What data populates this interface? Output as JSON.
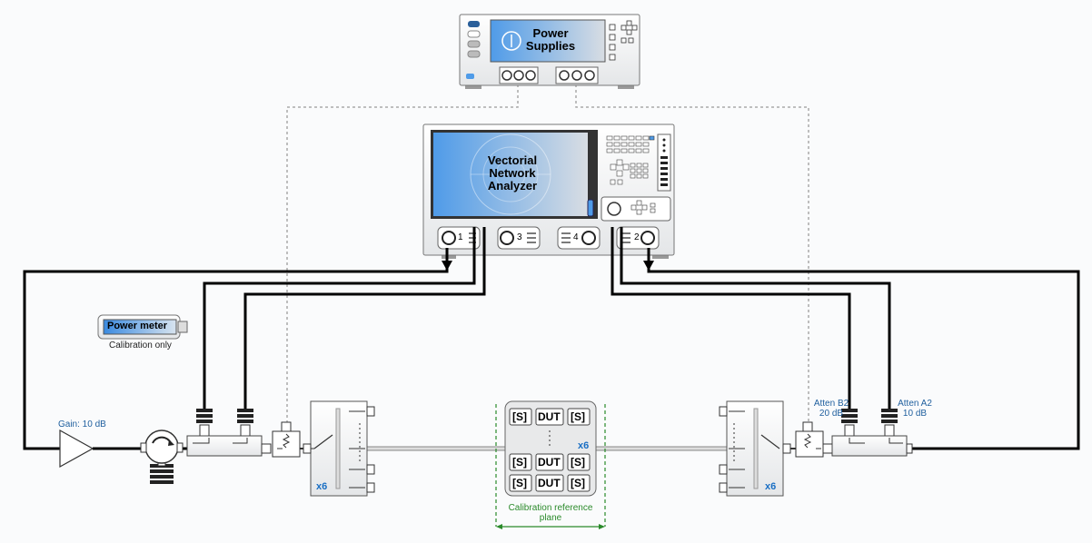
{
  "power_supplies": {
    "label_line1": "Power",
    "label_line2": "Supplies"
  },
  "vna": {
    "label_line1": "Vectorial",
    "label_line2": "Network",
    "label_line3": "Analyzer",
    "port1": "1",
    "port2": "2",
    "port3": "3",
    "port4": "4"
  },
  "power_meter": {
    "label": "Power meter",
    "caption": "Calibration only"
  },
  "amplifier": {
    "gain_label": "Gain: 10 dB"
  },
  "attenuators": {
    "b2_name": "Atten B2",
    "b2_value": "20 dB",
    "a2_name": "Atten A2",
    "a2_value": "10 dB"
  },
  "switch_left": {
    "count": "x6"
  },
  "switch_right": {
    "count": "x6"
  },
  "dut_board": {
    "s_label": "[S]",
    "dut_label": "DUT",
    "count": "x6",
    "rows": 3
  },
  "calibration": {
    "line1": "Calibration reference",
    "line2": "plane"
  },
  "colors": {
    "screen_blue": "#4f9be8",
    "cable": "#000000",
    "control_line": "#aaaaaa",
    "label_blue": "#1f5f9e",
    "cal_green": "#2a8a2a",
    "accent_x6": "#1a6fc4"
  }
}
